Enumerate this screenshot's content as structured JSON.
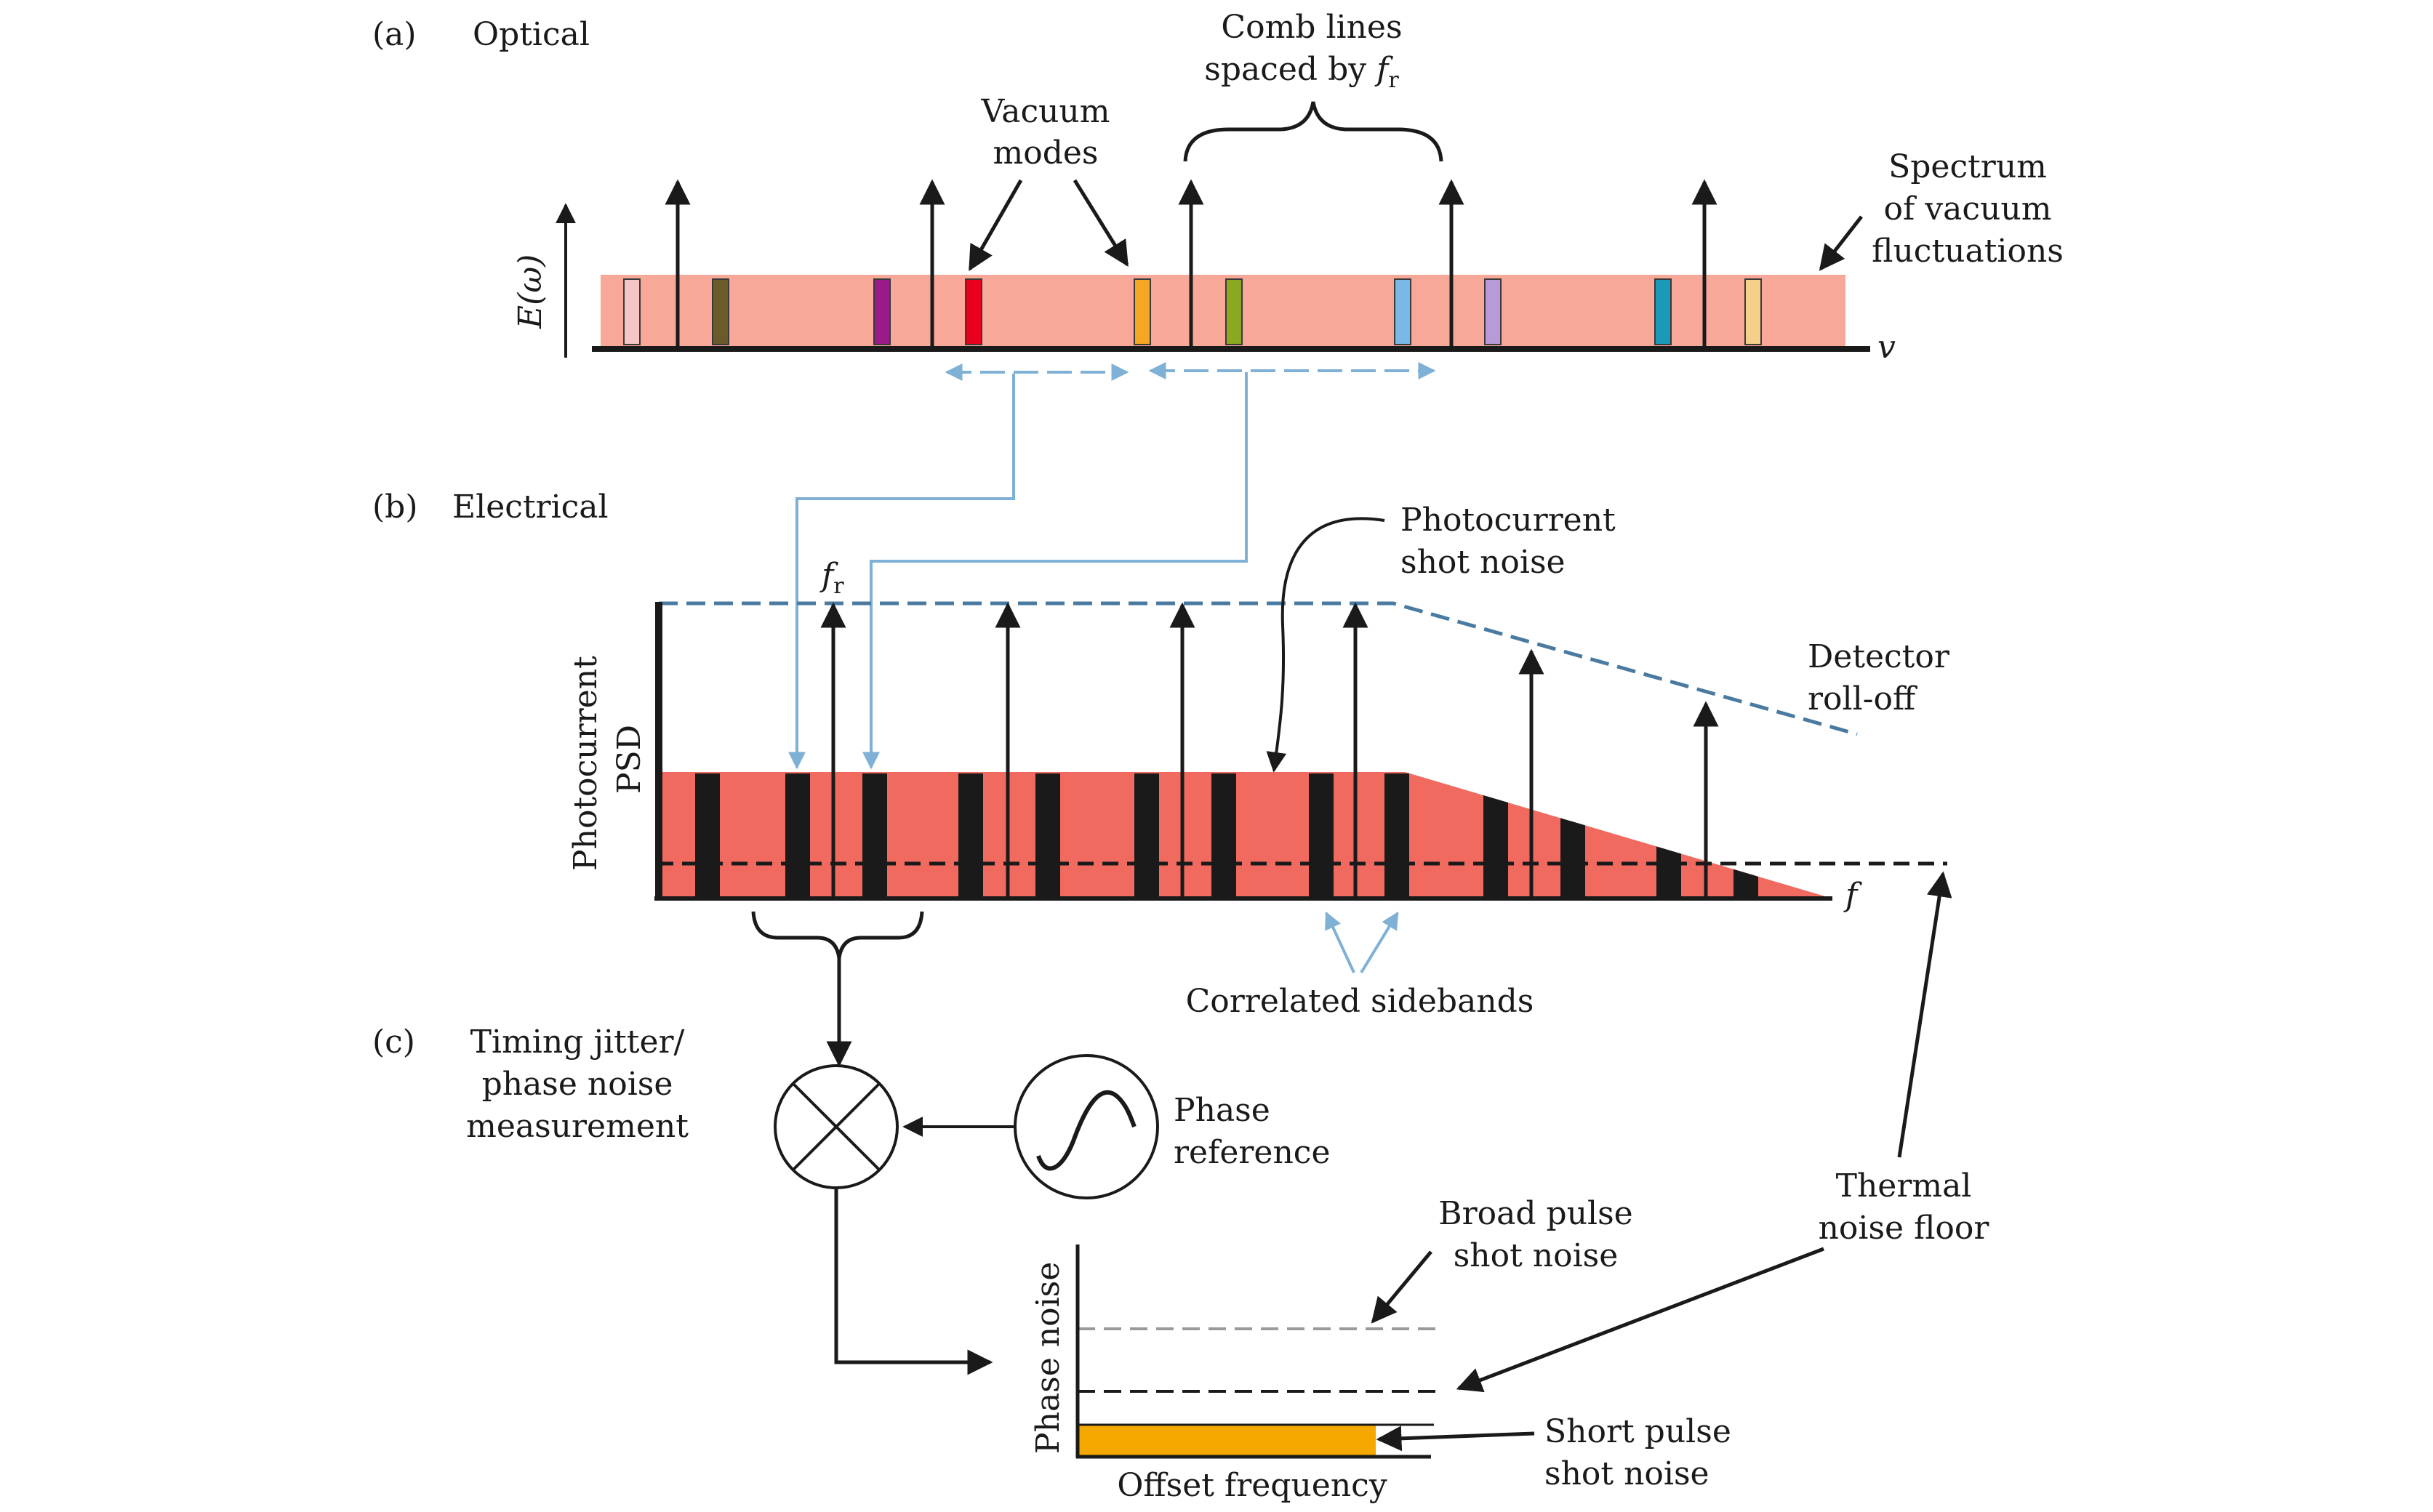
{
  "panel_a": {
    "label": "(a)",
    "title": "Optical",
    "y_axis": "E(ω)",
    "x_axis": "v",
    "vacuum_modes": "Vacuum modes",
    "vacuum_modes_l1": "Vacuum",
    "vacuum_modes_l2": "modes",
    "comb_lines_l1": "Comb lines",
    "comb_lines_l2": "spaced by ",
    "comb_lines_sym": "f",
    "comb_lines_sub": "r",
    "spectrum_l1": "Spectrum",
    "spectrum_l2": "of vacuum",
    "spectrum_l3": "fluctuations",
    "mode_colors": [
      "#f5c6c6",
      "#6b5a2a",
      "#9a1a8a",
      "#e8001c",
      "#f5a623",
      "#8aa820",
      "#7ab8e8",
      "#b89ad8",
      "#1a9ab8",
      "#f5d08a"
    ],
    "band_color": "#f8a898"
  },
  "panel_b": {
    "label": "(b)",
    "title": "Electrical",
    "y_axis_l1": "Photocurrent",
    "y_axis_l2": "PSD",
    "x_axis": "f",
    "fr_sym": "f",
    "fr_sub": "r",
    "shot_noise_l1": "Photocurrent",
    "shot_noise_l2": "shot noise",
    "rolloff_l1": "Detector",
    "rolloff_l2": "roll-off",
    "sidebands": "Correlated sidebands",
    "band_color": "#f06a60"
  },
  "panel_c": {
    "label": "(c)",
    "title_l1": "Timing jitter/",
    "title_l2": "phase noise",
    "title_l3": "measurement",
    "phase_ref_l1": "Phase",
    "phase_ref_l2": "reference",
    "thermal_l1": "Thermal",
    "thermal_l2": "noise floor",
    "broad_l1": "Broad pulse",
    "broad_l2": "shot noise",
    "short_l1": "Short pulse",
    "short_l2": "shot noise",
    "y_axis": "Phase noise",
    "x_axis": "Offset frequency",
    "short_color": "#f5a800"
  }
}
